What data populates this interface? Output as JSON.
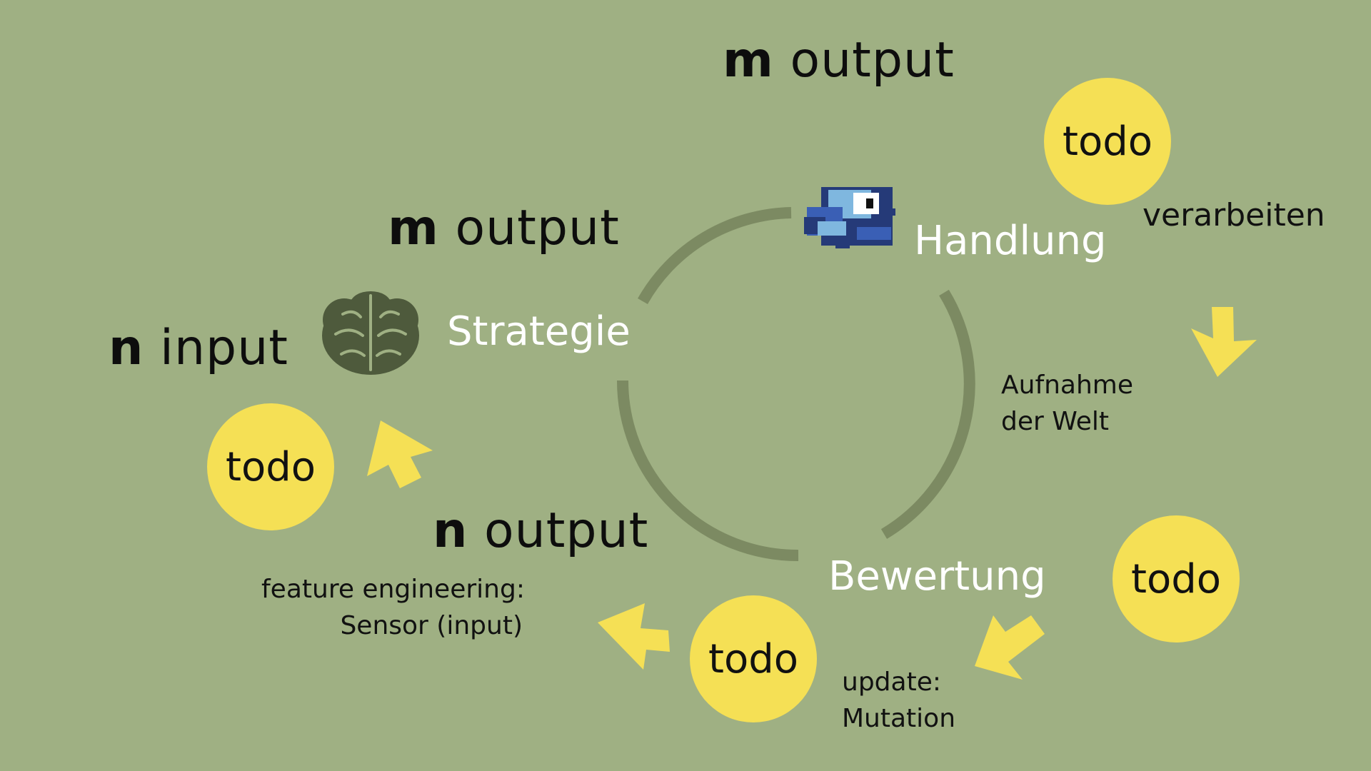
{
  "labels": {
    "m_output_top": {
      "var": "m",
      "text": "output"
    },
    "m_output_left": {
      "var": "m",
      "text": "output"
    },
    "n_input": {
      "var": "n",
      "text": "input"
    },
    "n_output": {
      "var": "n",
      "text": "output"
    }
  },
  "stages": {
    "handlung": "Handlung",
    "strategie": "Strategie",
    "bewertung": "Bewertung"
  },
  "annotations": {
    "verarbeiten": "verarbeiten",
    "aufnahme_line1": "Aufnahme",
    "aufnahme_line2": "der Welt",
    "update_line1": "update:",
    "update_line2": "Mutation",
    "feature_line1": "feature engineering:",
    "feature_line2": "Sensor (input)"
  },
  "todo_badges": [
    "todo",
    "todo",
    "todo",
    "todo"
  ],
  "colors": {
    "background": "#9fb083",
    "cycle_ring": "#7c8a62",
    "todo_circle": "#f5e055",
    "arrow": "#f5e055",
    "brain": "#4e5a3c",
    "bird": "#3a5fb5"
  },
  "icons": [
    "brain-icon",
    "flappy-bird-icon"
  ]
}
